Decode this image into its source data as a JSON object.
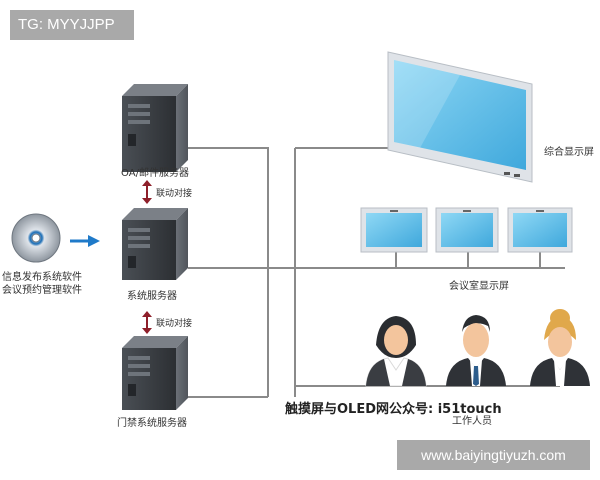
{
  "watermark_tag": "TG: MYYJJPP",
  "url_footer": "www.baiyingtiyuzh.com",
  "software": {
    "line1": "信息发布系统软件",
    "line2": "会议预约管理软件"
  },
  "servers": {
    "oa_mail": "OA/邮件服务器",
    "system": "系统服务器",
    "access": "门禁系统服务器"
  },
  "links": {
    "top": "联动对接",
    "bottom": "联动对接"
  },
  "displays": {
    "main": "综合显示屏",
    "meeting": "会议室显示屏"
  },
  "staff_label": "工作人员",
  "overlay_watermark": "触摸屏与OLED网公众号: i51touch",
  "colors": {
    "line": "#8a8a8a",
    "screen": "#6cc3e8",
    "arrow_blue": "#1f7ac9",
    "arrow_red": "#8e1f2a",
    "server": "#3e4247"
  }
}
